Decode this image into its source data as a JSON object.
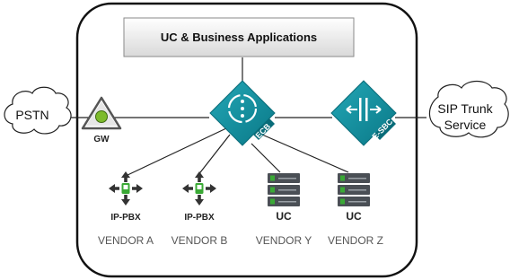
{
  "header": {
    "label": "UC & Business Applications"
  },
  "clouds": {
    "left": {
      "label": "PSTN"
    },
    "right": {
      "line1": "SIP Trunk",
      "line2": "Service"
    }
  },
  "gateway": {
    "label": "GW",
    "icon": "gateway-warning-icon",
    "status_color": "#7dbb2c"
  },
  "ecb": {
    "label": "ECB",
    "icon": "ecb-icon",
    "color": "#0f8a9a"
  },
  "esbc": {
    "label": "E-SBC",
    "icon": "esbc-icon",
    "color": "#0f8a9a"
  },
  "vendors": [
    {
      "device": "IP-PBX",
      "name": "VENDOR A",
      "icon": "ip-pbx-icon"
    },
    {
      "device": "IP-PBX",
      "name": "VENDOR B",
      "icon": "ip-pbx-icon"
    },
    {
      "device": "UC",
      "name": "VENDOR Y",
      "icon": "server-rack-icon"
    },
    {
      "device": "UC",
      "name": "VENDOR Z",
      "icon": "server-rack-icon"
    }
  ],
  "colors": {
    "teal": "#0f8a9a",
    "server_dark": "#4a4f55",
    "server_green": "#3aa935",
    "frame": "#111111"
  }
}
